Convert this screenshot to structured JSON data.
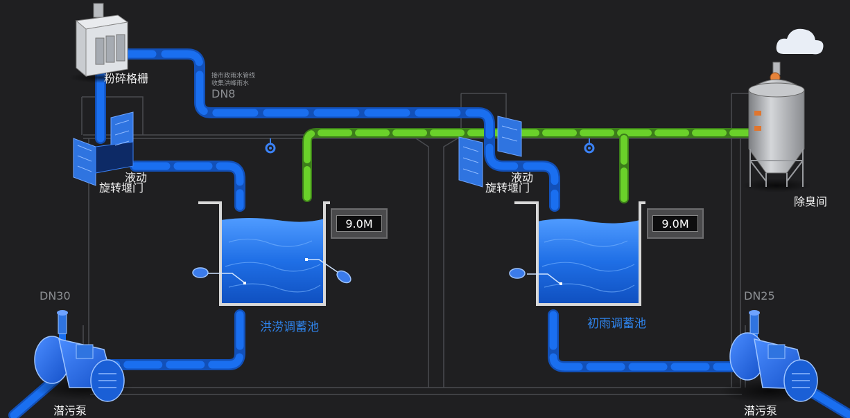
{
  "labels": {
    "grinder": "粉碎格栅",
    "dn8": "DN8",
    "note_line1": "接市政雨水管线",
    "note_line2": "收集洪峰雨水",
    "gate_left_line1": "液动",
    "gate_left_line2": "旋转堰门",
    "gate_right_line1": "液动",
    "gate_right_line2": "旋转堰门",
    "deodor_room": "除臭间",
    "dn30": "DN30",
    "dn25": "DN25",
    "pump_left": "潜污泵",
    "pump_right": "潜污泵",
    "pool_flood": "洪涝调蓄池",
    "pool_first_rain": "初雨调蓄池"
  },
  "level_displays": {
    "left": "9.0M",
    "right": "9.0M"
  },
  "colors": {
    "background": "#1f1f21",
    "blue_pipe": "#1a6ff0",
    "green_pipe": "#6ad12a",
    "pool_label": "#2f83ea",
    "dn_label": "#8c8f93"
  },
  "icons": [
    "cloud-icon",
    "grinder-icon",
    "gate-icon",
    "valve-icon",
    "pump-icon",
    "deodorizer-tank-icon",
    "level-sensor-icon"
  ]
}
